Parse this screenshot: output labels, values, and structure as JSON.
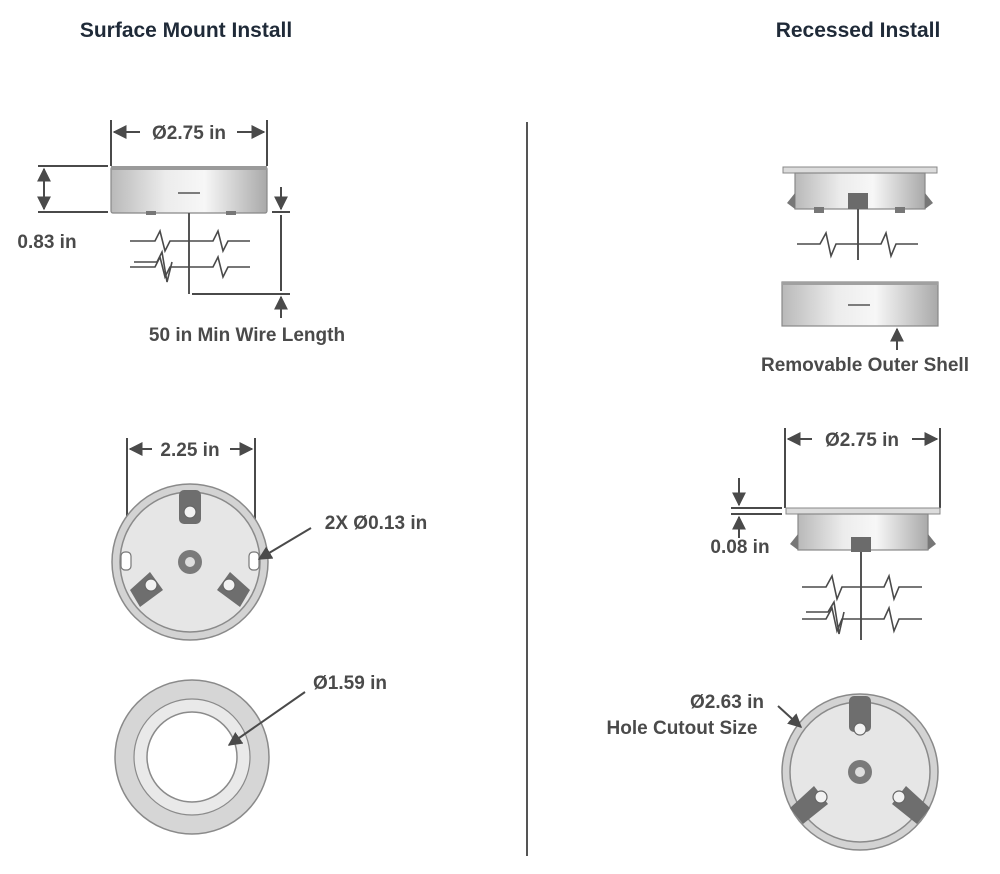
{
  "sections": {
    "surface_title": "Surface Mount Install",
    "recessed_title": "Recessed Install"
  },
  "labels": {
    "surface_diameter": "Ø2.75 in",
    "surface_height": "0.83 in",
    "wire_length": "50 in Min Wire Length",
    "mount_spacing": "2.25 in",
    "mount_holes": "2X Ø0.13 in",
    "ring_diameter": "Ø1.59 in",
    "outer_shell": "Removable Outer Shell",
    "recessed_diameter": "Ø2.75 in",
    "flange_thickness": "0.08 in",
    "cutout_diameter": "Ø2.63 in",
    "cutout_label": "Hole Cutout Size"
  }
}
